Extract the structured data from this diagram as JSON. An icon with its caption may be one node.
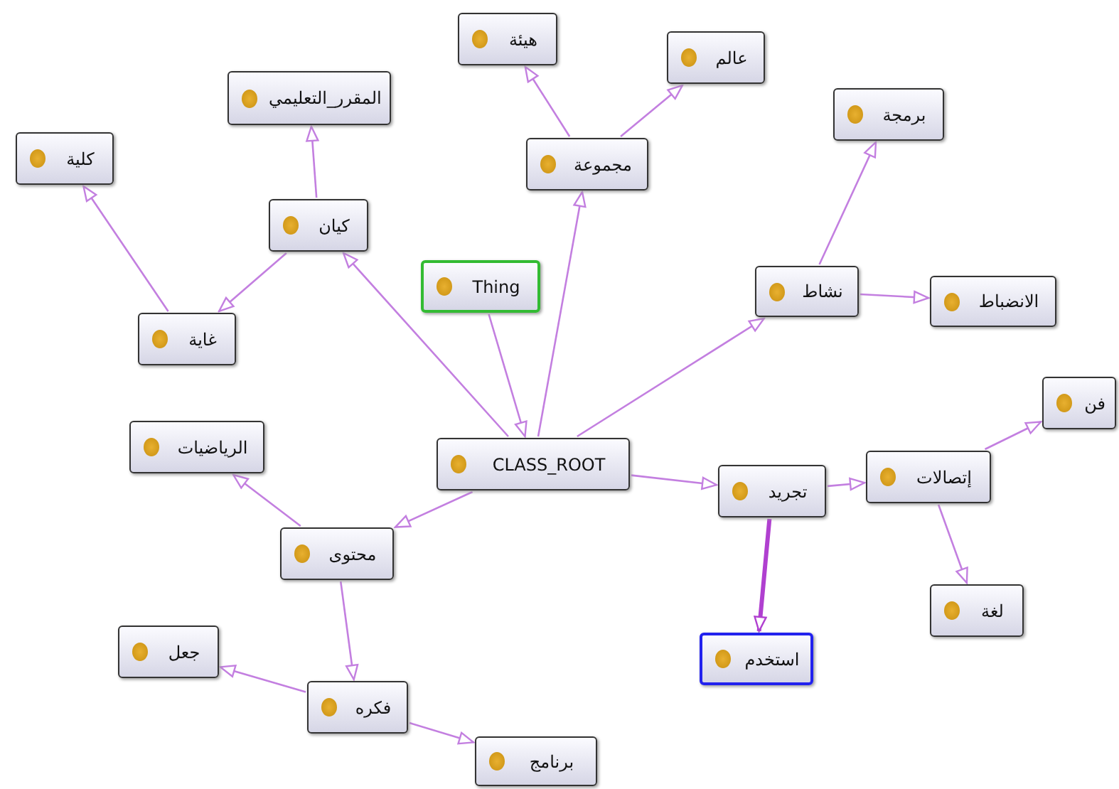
{
  "diagram": {
    "nodes": [
      {
        "text": [
          "هيئة"
        ]
      },
      {
        "text": [
          "عالم"
        ]
      },
      {
        "text": [
          "المقرر_التعليمي"
        ]
      },
      {
        "text": [
          "مجموعة"
        ]
      },
      {
        "text": [
          "برمجة"
        ]
      },
      {
        "text": [
          "كلية"
        ]
      },
      {
        "text": [
          "كيان"
        ]
      },
      {
        "text": [
          "Thing"
        ]
      },
      {
        "text": [
          "نشاط"
        ]
      },
      {
        "text": [
          "الانضباط"
        ]
      },
      {
        "text": [
          "غاية"
        ]
      },
      {
        "text": [
          "فن"
        ]
      },
      {
        "text": [
          "الرياضيات"
        ]
      },
      {
        "text": [
          "CLASS_ROOT"
        ]
      },
      {
        "text": [
          "تجريد"
        ]
      },
      {
        "text": [
          "إتصالات"
        ]
      },
      {
        "text": [
          "محتوى"
        ]
      },
      {
        "text": [
          "لغة"
        ]
      },
      {
        "text": [
          "جعل"
        ]
      },
      {
        "text": [
          "استخدم"
        ]
      },
      {
        "text": [
          "فكره"
        ]
      },
      {
        "text": [
          "برنامج"
        ]
      }
    ],
    "edges": [
      {
        "from": 7,
        "to": 13,
        "arrow": "to"
      },
      {
        "from": 13,
        "to": 3,
        "arrow": "to"
      },
      {
        "from": 3,
        "to": 0,
        "arrow": "to"
      },
      {
        "from": 3,
        "to": 1,
        "arrow": "to"
      },
      {
        "from": 13,
        "to": 8,
        "arrow": "to"
      },
      {
        "from": 8,
        "to": 4,
        "arrow": "to"
      },
      {
        "from": 8,
        "to": 9,
        "arrow": "to"
      },
      {
        "from": 13,
        "to": 6,
        "arrow": "to"
      },
      {
        "from": 6,
        "to": 2,
        "arrow": "to"
      },
      {
        "from": 6,
        "to": 10,
        "arrow": "to"
      },
      {
        "from": 10,
        "to": 5,
        "arrow": "to"
      },
      {
        "from": 13,
        "to": 16,
        "arrow": "to"
      },
      {
        "from": 16,
        "to": 12,
        "arrow": "to"
      },
      {
        "from": 16,
        "to": 20,
        "arrow": "to"
      },
      {
        "from": 20,
        "to": 18,
        "arrow": "to"
      },
      {
        "from": 20,
        "to": 21,
        "arrow": "to"
      },
      {
        "from": 13,
        "to": 14,
        "arrow": "to"
      },
      {
        "from": 14,
        "to": 15,
        "arrow": "to"
      },
      {
        "from": 15,
        "to": 11,
        "arrow": "to"
      },
      {
        "from": 15,
        "to": 17,
        "arrow": "to"
      },
      {
        "from": 14,
        "to": 19,
        "arrow": "to",
        "style": "thick",
        "color": "#b040d0"
      }
    ]
  }
}
